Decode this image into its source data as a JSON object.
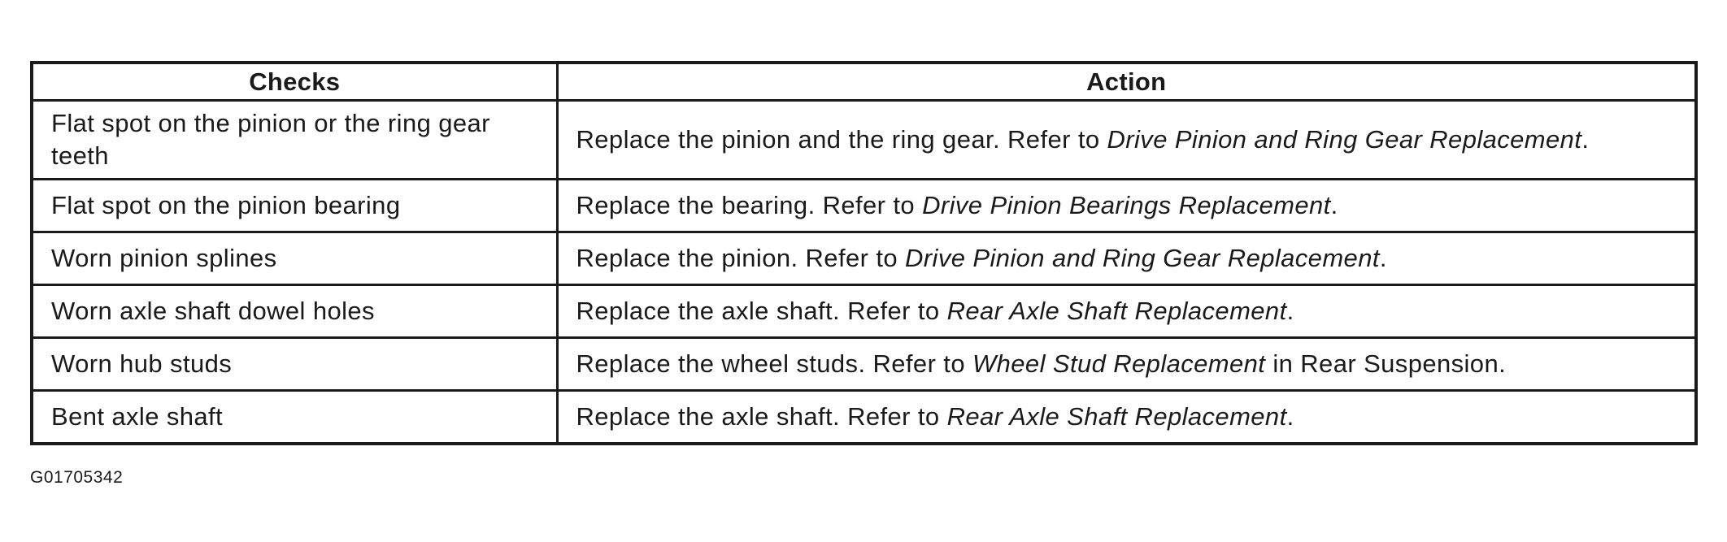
{
  "table": {
    "headers": [
      "Checks",
      "Action"
    ],
    "rows": [
      {
        "check": "Flat spot on the pinion or the ring gear teeth",
        "action_prefix": "Replace the pinion and the ring gear. Refer to ",
        "action_ref": "Drive Pinion and Ring Gear Replacement",
        "action_suffix": "."
      },
      {
        "check": "Flat spot on the pinion bearing",
        "action_prefix": "Replace the bearing. Refer to ",
        "action_ref": "Drive Pinion Bearings Replacement",
        "action_suffix": "."
      },
      {
        "check": "Worn pinion splines",
        "action_prefix": "Replace the pinion. Refer to ",
        "action_ref": "Drive Pinion and Ring Gear Replacement",
        "action_suffix": "."
      },
      {
        "check": "Worn axle shaft dowel holes",
        "action_prefix": "Replace the axle shaft. Refer to ",
        "action_ref": "Rear Axle Shaft Replacement",
        "action_suffix": "."
      },
      {
        "check": "Worn hub studs",
        "action_prefix": "Replace the wheel studs. Refer to ",
        "action_ref": "Wheel Stud Replacement",
        "action_suffix": " in Rear Suspension."
      },
      {
        "check": "Bent axle shaft",
        "action_prefix": "Replace the axle shaft. Refer to ",
        "action_ref": "Rear Axle Shaft Replacement",
        "action_suffix": "."
      }
    ]
  },
  "figure_id": "G01705342"
}
